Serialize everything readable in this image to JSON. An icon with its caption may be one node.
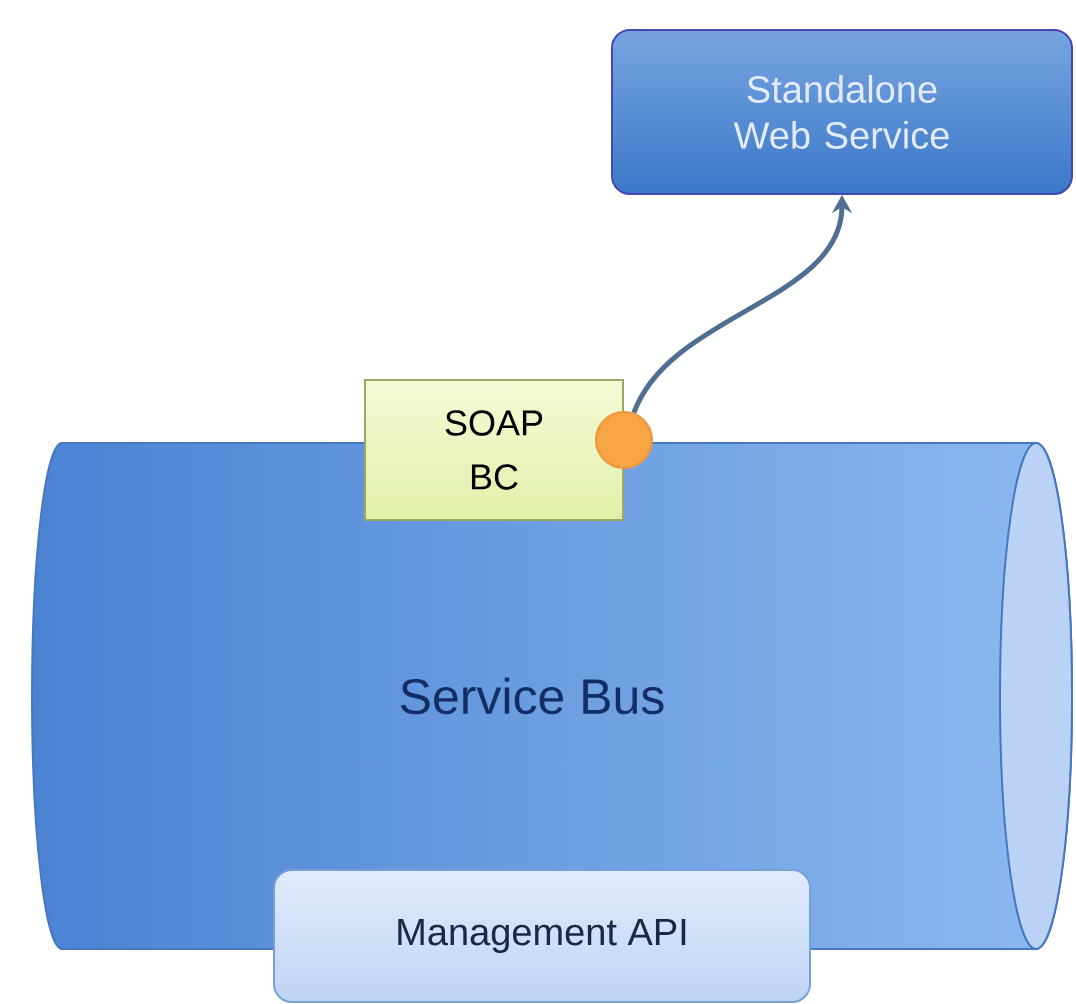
{
  "diagram": {
    "nodes": [
      {
        "text": [
          "Standalone Web Service"
        ]
      },
      {
        "text": [
          "SOAP BC"
        ]
      },
      {
        "text": [],
        "shape": "circle"
      },
      {
        "text": [
          "Service Bus"
        ]
      },
      {
        "text": [
          "Management API"
        ]
      }
    ],
    "edges": [
      {
        "from": 2,
        "to": 0,
        "arrow": "to"
      }
    ]
  }
}
